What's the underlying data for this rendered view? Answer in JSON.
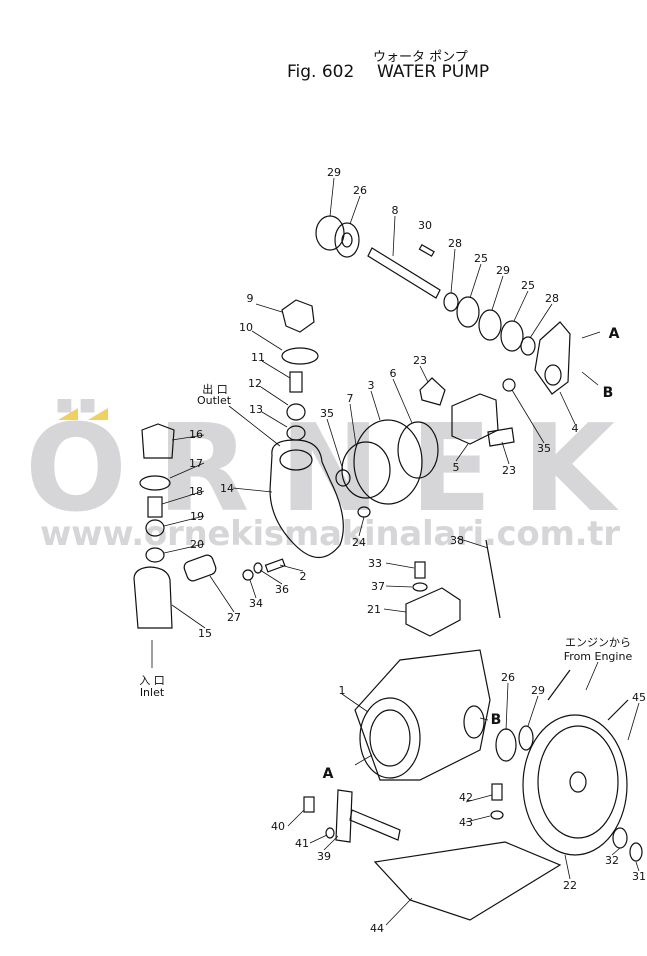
{
  "title": {
    "jp": "ウォータ ポンプ",
    "fig": "Fig. 602",
    "name": "WATER PUMP"
  },
  "watermark": {
    "brand": "ÖRNEK",
    "url": "www.ornekismakinalari.com.tr"
  },
  "annotations": {
    "outlet_jp": "出 口",
    "outlet": "Outlet",
    "inlet_jp": "入 口",
    "inlet": "Inlet",
    "from_engine_jp": "エンジンから",
    "from_engine": "From Engine",
    "arrow_a": "A",
    "arrow_b": "B"
  },
  "part_numbers": [
    "29",
    "26",
    "8",
    "30",
    "28",
    "25",
    "29",
    "25",
    "28",
    "9",
    "10",
    "11",
    "12",
    "13",
    "35",
    "7",
    "3",
    "6",
    "23",
    "4",
    "35",
    "5",
    "23",
    "16",
    "17",
    "18",
    "14",
    "19",
    "20",
    "24",
    "38",
    "2",
    "36",
    "34",
    "27",
    "15",
    "33",
    "37",
    "21",
    "45",
    "1",
    "26",
    "29",
    "42",
    "43",
    "40",
    "41",
    "39",
    "32",
    "31",
    "22",
    "44"
  ],
  "colors": {
    "line": "#111111",
    "watermark": "#c9c9cc",
    "watermark_accent": "#f0d060"
  }
}
